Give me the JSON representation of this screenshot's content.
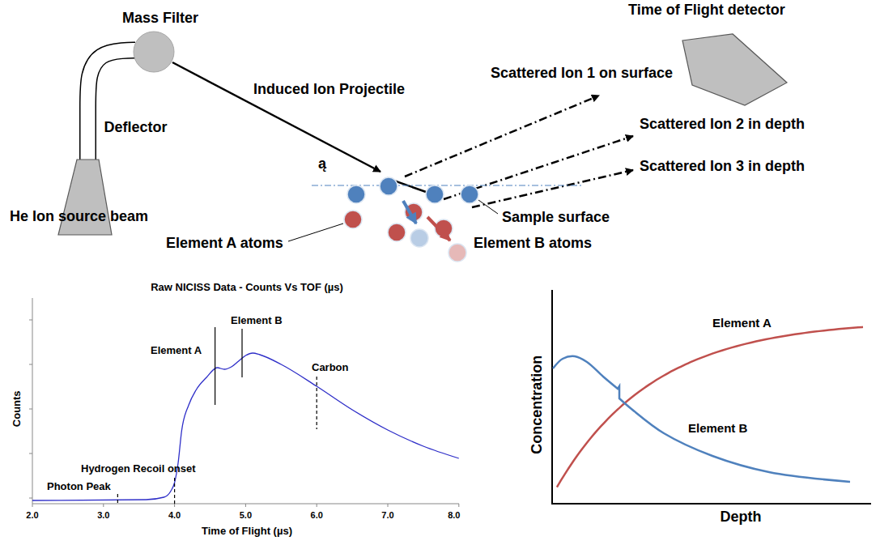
{
  "diagram": {
    "nodes": [
      {
        "text": [
          "Mass Filter"
        ]
      },
      {
        "text": [
          "He Ion source beam"
        ]
      },
      {
        "text": [
          "Time of Flight detector"
        ]
      }
    ],
    "edges": [
      {
        "from": 1,
        "to": 0,
        "arrow": "none",
        "label": "Deflector"
      }
    ],
    "labels": [
      "Induced Ion Projectile",
      "Scattered Ion 1 on surface",
      "Scattered Ion 2 in depth",
      "Scattered Ion 3 in depth",
      "ą",
      "Sample surface",
      "Element A atoms",
      "Element B atoms",
      "Raw NICISS Data - Counts Vs TOF (µs)",
      "Counts",
      "Time of Flight (µs)",
      "2.0",
      "3.0",
      "4.0",
      "5.0",
      "6.0",
      "7.0",
      "8.0",
      "Photon Peak",
      "Hydrogen Recoil onset",
      "Element A",
      "Element B",
      "Carbon",
      "Concentration",
      "Depth",
      "Element A",
      "Element B"
    ]
  }
}
